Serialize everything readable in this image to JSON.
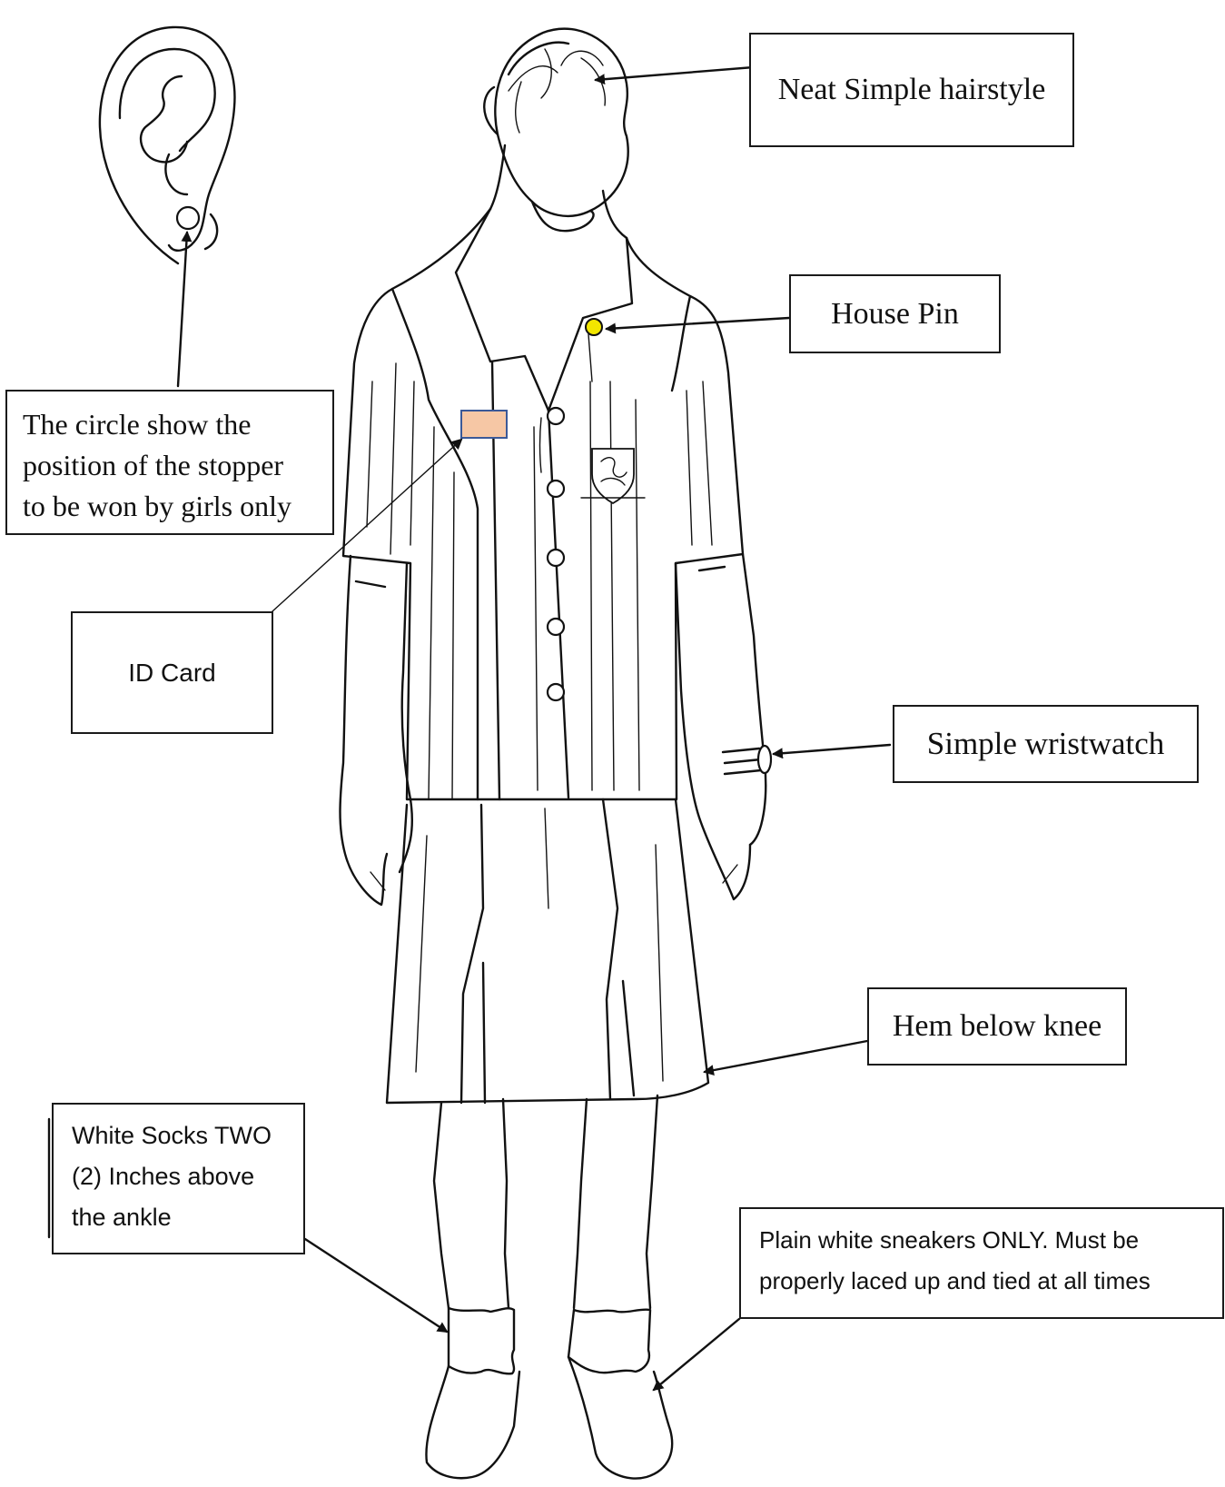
{
  "labels": {
    "hairstyle": "Neat Simple hairstyle",
    "house_pin": "House Pin",
    "stopper_line1": "The circle show the",
    "stopper_line2": "position of the stopper",
    "stopper_line3": "to be won by girls only",
    "id_card": "ID Card",
    "wristwatch": "Simple wristwatch",
    "hem": "Hem below knee",
    "socks_line1": "White Socks TWO",
    "socks_line2": "(2) Inches above",
    "socks_line3": "the ankle",
    "sneakers_line1": "Plain white sneakers ONLY. Must be",
    "sneakers_line2": "properly laced up and tied at all times"
  },
  "colors": {
    "ink": "#111111",
    "house_pin_fill": "#f2e600",
    "id_card_fill": "#f6c7a5",
    "id_card_border": "#3b5998"
  }
}
